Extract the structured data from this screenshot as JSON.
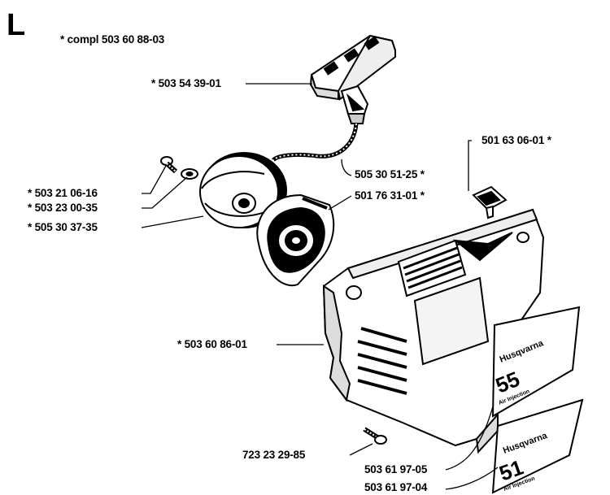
{
  "section_letter": "L",
  "assembly_note": "* compl 503 60 88-03",
  "parts": [
    {
      "id": "handle",
      "label": "* 503 54 39-01"
    },
    {
      "id": "rope",
      "label": "505 30 51-25 *"
    },
    {
      "id": "cover-plug",
      "label": "501 63 06-01 *"
    },
    {
      "id": "pulley-screw",
      "label": "* 503 21 06-16"
    },
    {
      "id": "washer",
      "label": "* 503 23 00-35"
    },
    {
      "id": "pulley",
      "label": "* 505 30 37-35"
    },
    {
      "id": "spring-housing",
      "label": "501 76 31-01 *"
    },
    {
      "id": "starter-cover",
      "label": "* 503 60 86-01"
    },
    {
      "id": "cover-screw",
      "label": "723 23 29-85"
    },
    {
      "id": "decal-55",
      "label": "503 61 97-05"
    },
    {
      "id": "decal-51",
      "label": "503 61 97-04"
    }
  ],
  "decals": {
    "brand": "Husqvarna",
    "model_a": "55",
    "model_b": "51",
    "subtitle": "Air Injection"
  }
}
